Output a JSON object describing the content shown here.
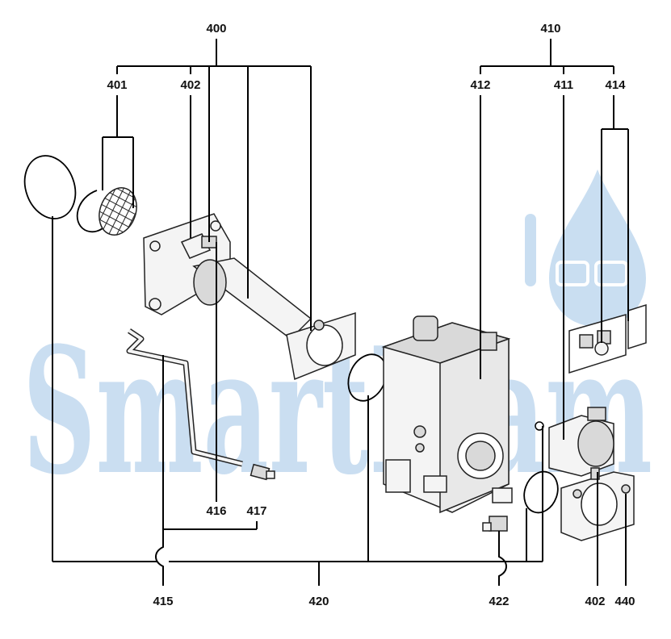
{
  "labels": {
    "l400": "400",
    "l401": "401",
    "l402a": "402",
    "l410": "410",
    "l411": "411",
    "l412": "412",
    "l414": "414",
    "l415": "415",
    "l416": "416",
    "l417": "417",
    "l420": "420",
    "l422": "422",
    "l402b": "402",
    "l440": "440"
  },
  "watermark": {
    "text": "SmartFlam"
  },
  "colors": {
    "watermark": "#a8c9e8",
    "line": "#000000"
  }
}
